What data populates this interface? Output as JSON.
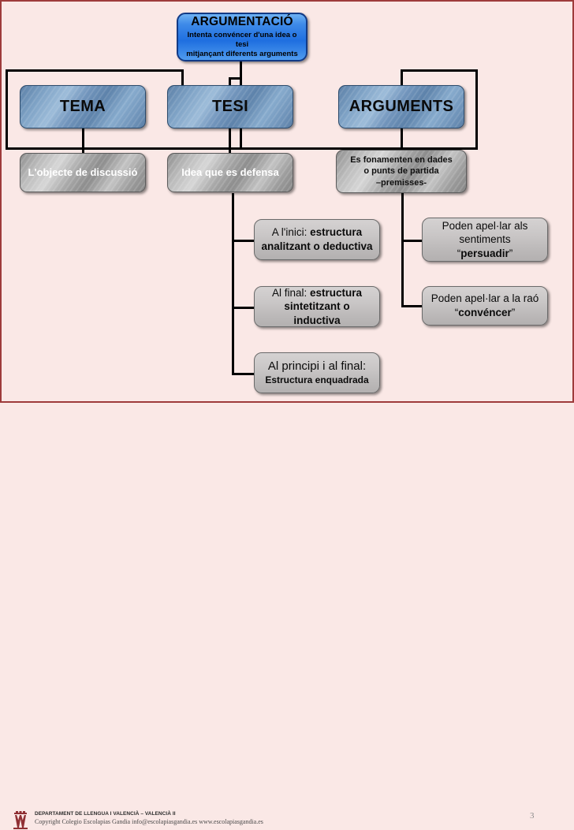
{
  "slide": {
    "background_color": "#fae8e6",
    "frame_color": "#9e3b3b",
    "page_number": "3"
  },
  "diagram": {
    "type": "hierarchy-tree",
    "root": {
      "title": "ARGUMENTACIÓ",
      "subtitle_line1": "Intenta convéncer d'una idea o tesi",
      "subtitle_line2": "mitjançant diferents arguments",
      "fill": "#2f7fe3"
    },
    "level2": [
      {
        "label": "TEMA",
        "fill": "#7396bd"
      },
      {
        "label": "TESI",
        "fill": "#7396bd"
      },
      {
        "label": "ARGUMENTS",
        "fill": "#7396bd"
      }
    ],
    "level3": [
      {
        "label": "L'objecte de discussió",
        "fill": "#a8a8a8",
        "text_color": "#ffffff"
      },
      {
        "label": "Idea que es defensa",
        "fill": "#a8a8a8",
        "text_color": "#ffffff"
      },
      {
        "line1": "Es fonamenten en dades",
        "line2": "o punts de partida",
        "line3": "–premisses-",
        "fill": "#a8a8a8",
        "text_color": "#101010"
      }
    ],
    "tesi_branches": [
      {
        "lead": "A l'inici: ",
        "strong": "estructura",
        "strong2": "analitzant o deductiva"
      },
      {
        "lead": "Al final: ",
        "strong": "estructura",
        "strong2": "sintetitzant o inductiva"
      },
      {
        "lead": "Al principi i al final:",
        "strong2": "Estructura enquadrada"
      }
    ],
    "arguments_branches": [
      {
        "line1": "Poden apel·lar als",
        "line2": "sentiments",
        "quoted": "persuadir"
      },
      {
        "line1": "Poden apel·lar a la raó",
        "quoted": "convéncer"
      }
    ]
  },
  "footer": {
    "department": "DEPARTAMENT DE LLENGUA I VALENCIÀ – VALENCIÀ II",
    "copyright": "Copyright Colegio Escolapias Gandia  info@escolapiasgandia.es   www.escolapiasgandia.es"
  }
}
